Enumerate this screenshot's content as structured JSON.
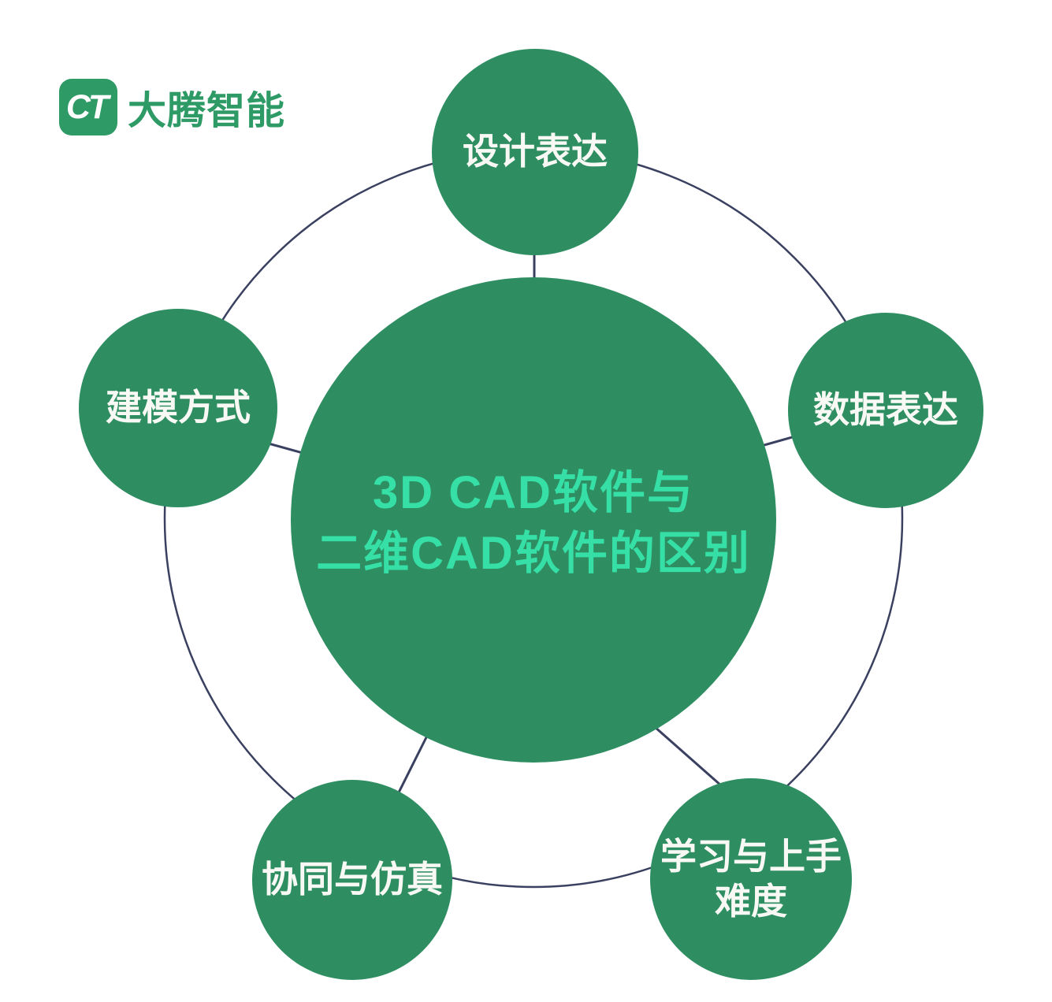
{
  "logo": {
    "icon_text": "CT",
    "brand": "大腾智能",
    "color": "#2e9a66"
  },
  "diagram": {
    "center": {
      "title_line1": "3D CAD软件与",
      "title_line2": "二维CAD软件的区别",
      "fill": "#2e8e62",
      "text_color": "#35dfa6"
    },
    "nodes": [
      {
        "id": "design-expression",
        "line1": "设计表达"
      },
      {
        "id": "data-expression",
        "line1": "数据表达"
      },
      {
        "id": "modeling-method",
        "line1": "建模方式"
      },
      {
        "id": "collaboration-simulation",
        "line1": "协同与仿真"
      },
      {
        "id": "learning-difficulty",
        "line1": "学习与上手",
        "line2": "难度"
      }
    ],
    "node_fill": "#2e8e62",
    "node_text_color": "#f8f9f4",
    "line_color": "#3a4160"
  }
}
